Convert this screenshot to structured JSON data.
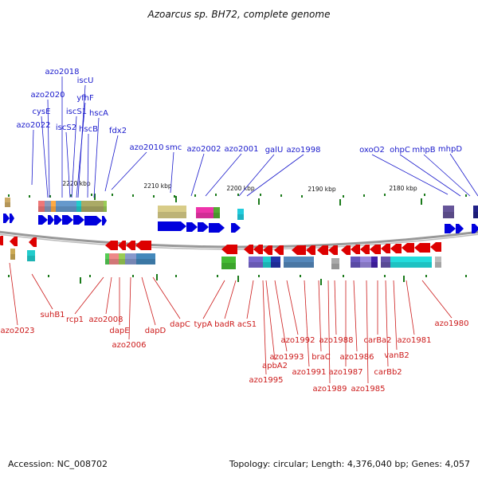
{
  "title": "Azoarcus sp. BH72, complete genome",
  "footer": {
    "accession": "Accession: NC_008702",
    "summary": "Topology: circular; Length: 4,376,040 bp; Genes: 4,057"
  },
  "colors": {
    "forward": "#0000dd",
    "reverse": "#dd0000",
    "backbone": "#888888",
    "ticks": "#1a7a1a",
    "leader_forward": "#1a1acc",
    "leader_reverse": "#cc1a1a"
  },
  "ticks": [
    "2220 kbp",
    "2210 kbp",
    "2200 kbp",
    "2190 kbp",
    "2180 kbp"
  ],
  "genes_top": [
    "azo2018",
    "iscU",
    "azo2020",
    "yfhF",
    "cysE",
    "iscS1",
    "iscS2",
    "hscA",
    "hscB",
    "azo2022",
    "fdx2",
    "azo2010",
    "smc",
    "azo2002",
    "azo2001",
    "galU",
    "azo1998",
    "oxoO2",
    "ohpC",
    "mhpB",
    "mhpD"
  ],
  "genes_bottom": [
    "azo2023",
    "suhB1",
    "rcp1",
    "azo2008",
    "dapE",
    "azo2006",
    "dapD",
    "dapC",
    "typA",
    "badR",
    "acS1",
    "apbA2",
    "azo1995",
    "azo1993",
    "azo1992",
    "azo1991",
    "braC",
    "azo1989",
    "azo1988",
    "azo1987",
    "azo1986",
    "azo1985",
    "carBa2",
    "carBb2",
    "vanB2",
    "azo1981",
    "azo1980"
  ]
}
